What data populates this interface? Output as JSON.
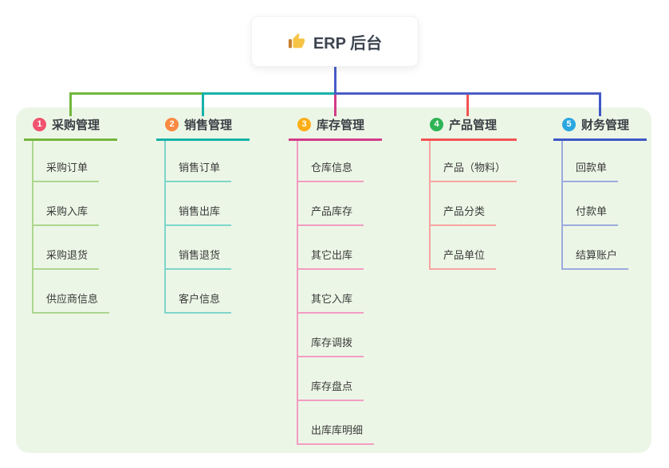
{
  "root": {
    "label": "ERP 后台",
    "icon": "thumbs-up-icon"
  },
  "theme": {
    "panel_bg": "#ECF6E6",
    "root_line_color": "#4A5CC6",
    "root_text_color": "#3D4450",
    "thumb_yellow": "#F6C445",
    "thumb_cuff": "#C77F2E"
  },
  "branches": [
    {
      "index": "1",
      "label": "采购管理",
      "badge_color": "#F0536E",
      "line_color": "#72B73C",
      "item_line_color": "#ACD68F",
      "items": [
        "采购订单",
        "采购入库",
        "采购退货",
        "供应商信息"
      ]
    },
    {
      "index": "2",
      "label": "销售管理",
      "badge_color": "#F98A43",
      "line_color": "#16B2A8",
      "item_line_color": "#7ED5CB",
      "items": [
        "销售订单",
        "销售出库",
        "销售退货",
        "客户信息"
      ]
    },
    {
      "index": "3",
      "label": "库存管理",
      "badge_color": "#FCAE17",
      "line_color": "#D23C88",
      "item_line_color": "#F29CC3",
      "items": [
        "仓库信息",
        "产品库存",
        "其它出库",
        "其它入库",
        "库存调拨",
        "库存盘点",
        "出库库明细"
      ]
    },
    {
      "index": "4",
      "label": "产品管理",
      "badge_color": "#2FB456",
      "line_color": "#F25353",
      "item_line_color": "#F7A6A1",
      "items": [
        "产品（物料）",
        "产品分类",
        "产品单位"
      ]
    },
    {
      "index": "5",
      "label": "财务管理",
      "badge_color": "#2BA7E0",
      "line_color": "#3E57C6",
      "item_line_color": "#9BABDE",
      "items": [
        "回款单",
        "付款单",
        "结算账户"
      ]
    }
  ]
}
